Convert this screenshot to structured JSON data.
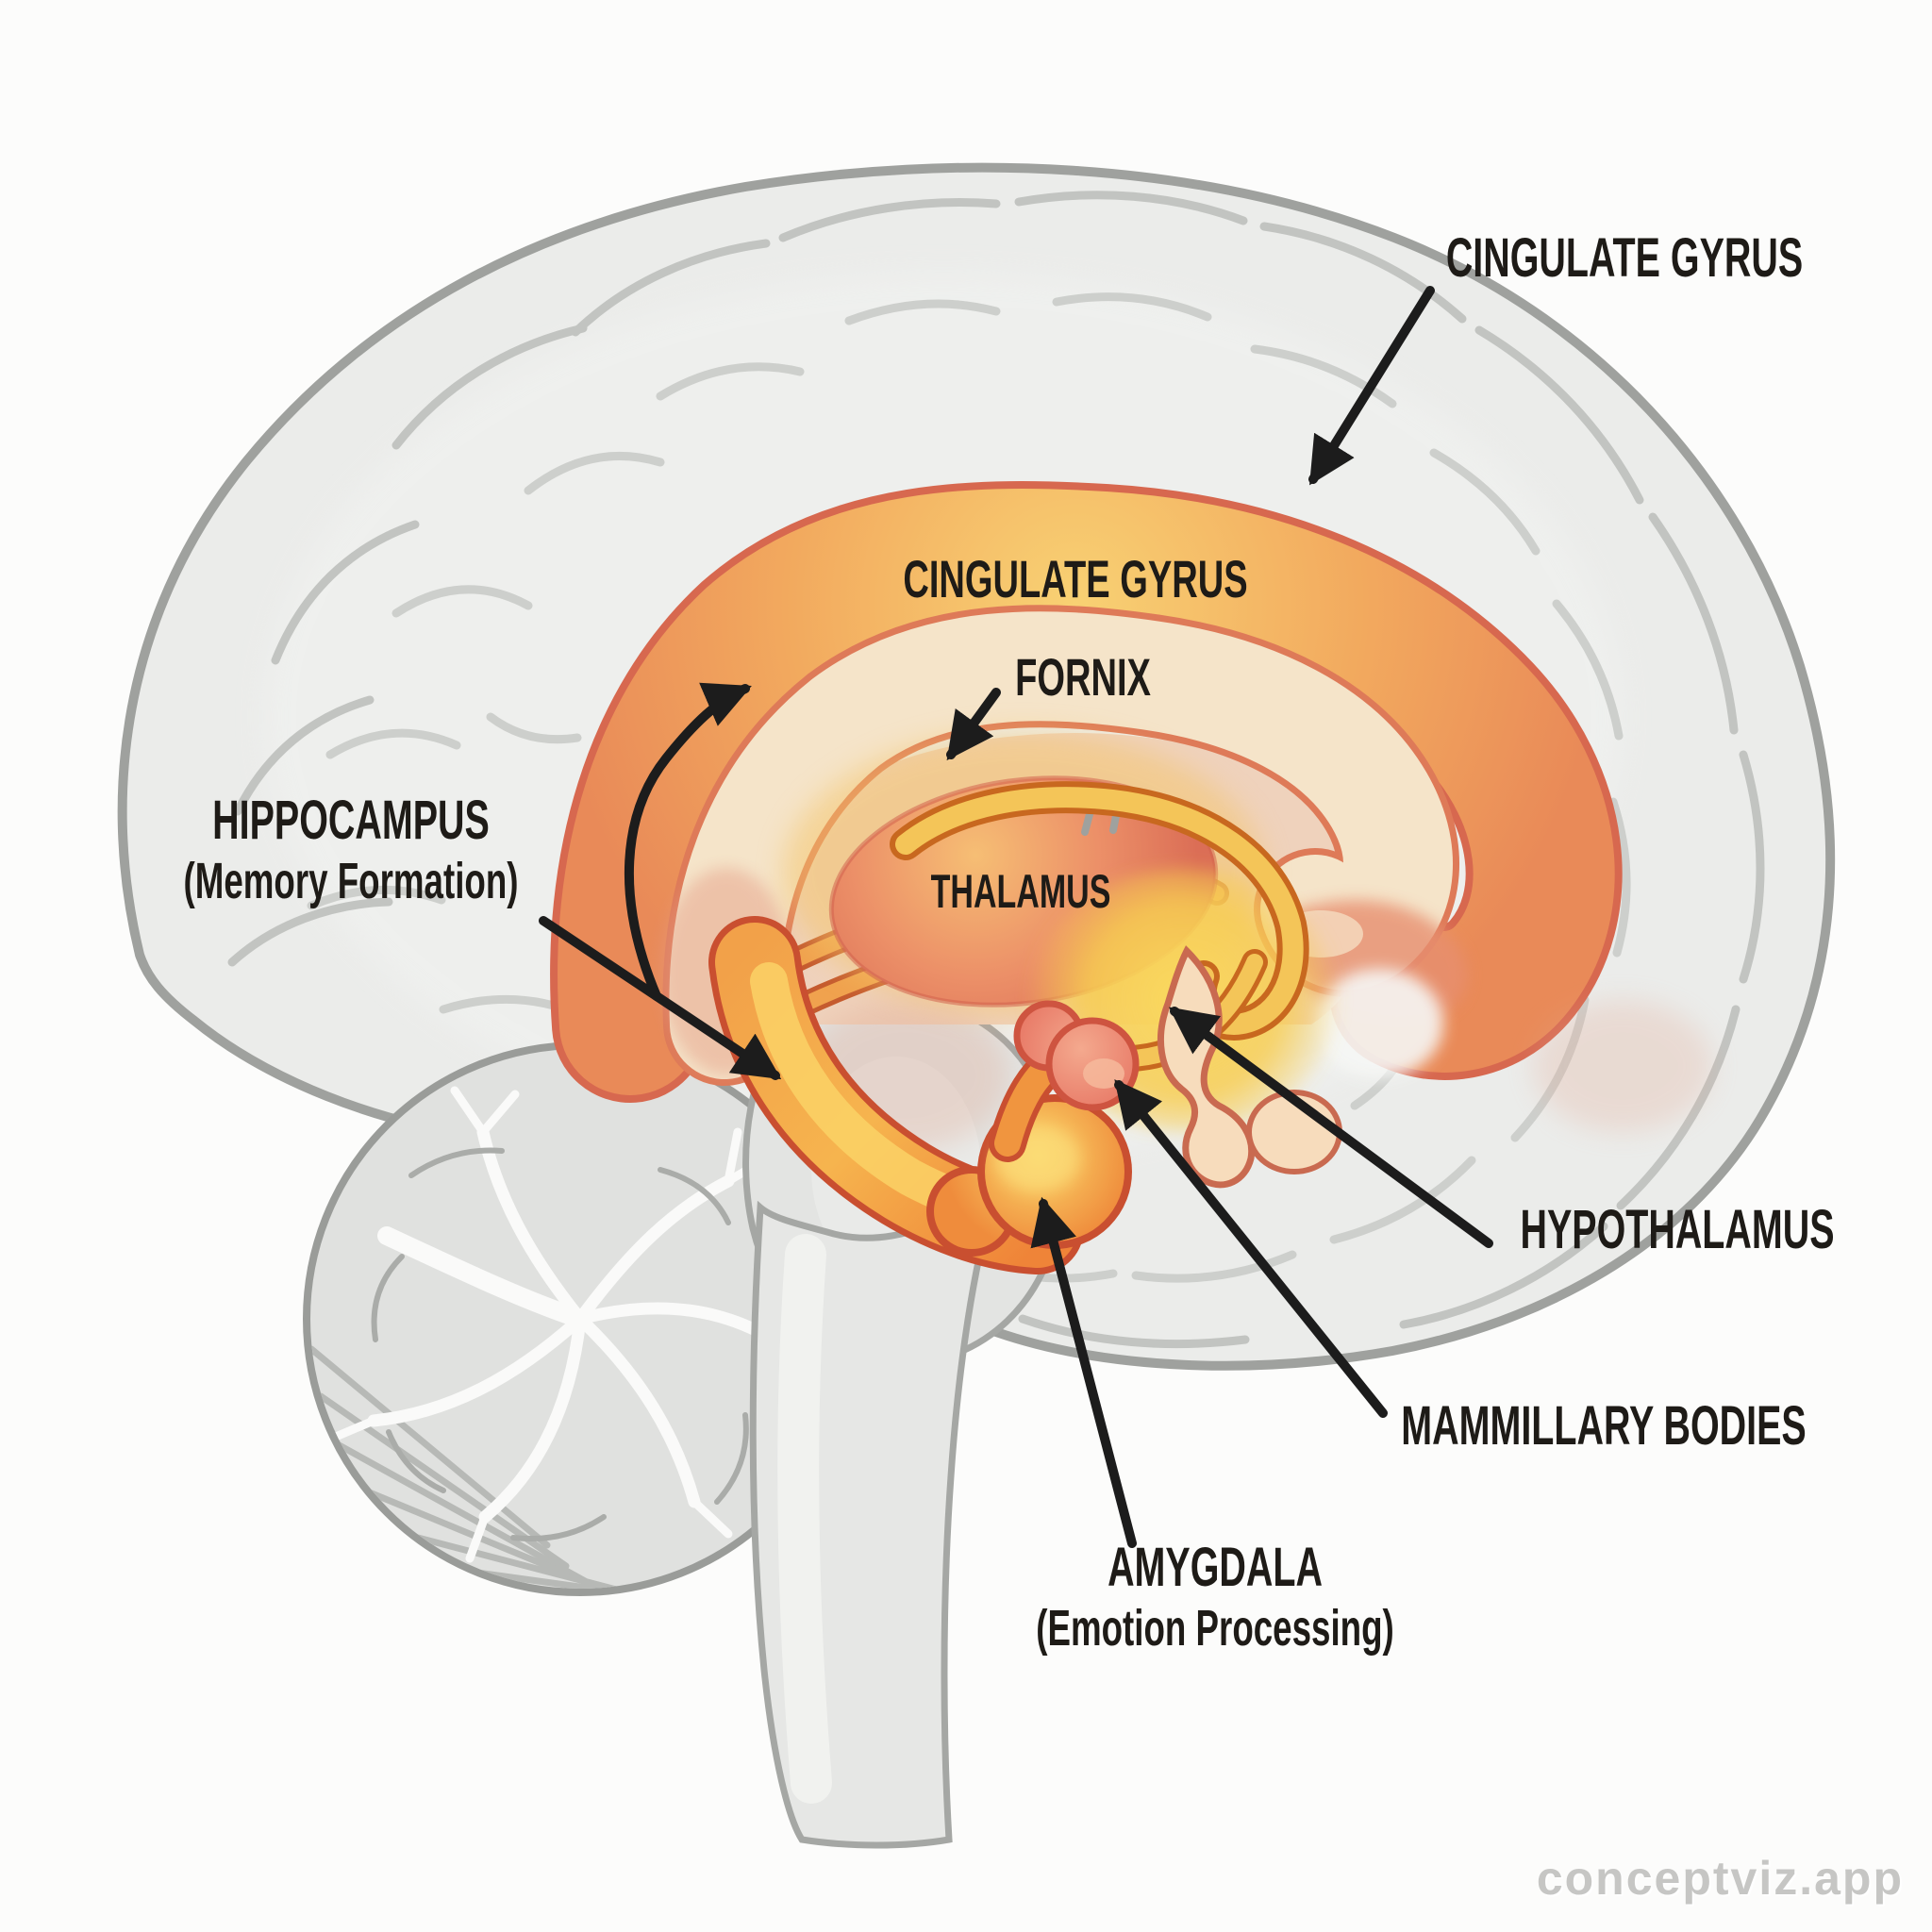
{
  "watermark": "conceptviz.app",
  "diagram": {
    "title_implied": "Limbic system of the human brain (sagittal view)",
    "callouts": {
      "cingulate_gyrus": "CINGULATE GYRUS",
      "fornix": "FORNIX",
      "hippocampus": {
        "line1": "HIPPOCAMPUS",
        "line2": "(Memory Formation)"
      },
      "hypothalamus": "HYPOTHALAMUS",
      "mammillary_bodies": "MAMMILLARY BODIES",
      "amygdala": {
        "line1": "AMYGDALA",
        "line2": "(Emotion Processing)"
      }
    },
    "inline_labels": {
      "cingulate_gyrus": "CINGULATE GYRUS",
      "thalamus": "THALAMUS"
    },
    "structures": [
      {
        "name": "cerebrum",
        "fill": "#EBECEA"
      },
      {
        "name": "cerebellum",
        "fill": "#E0E1DF"
      },
      {
        "name": "brainstem",
        "fill": "#E6E7E5"
      },
      {
        "name": "cingulate-gyrus-band",
        "fill": "#EC9057"
      },
      {
        "name": "corpus-callosum",
        "fill": "#F5E4C9"
      },
      {
        "name": "thalamus",
        "fill": "#EA8A68"
      },
      {
        "name": "fornix",
        "fill": "#F4C558"
      },
      {
        "name": "hippocampus",
        "fill": "#F19A43"
      },
      {
        "name": "amygdala",
        "fill": "#F0923F"
      },
      {
        "name": "mammillary-bodies",
        "fill": "#EB8372"
      },
      {
        "name": "hypothalamus-glow",
        "fill": "#F6C94F"
      },
      {
        "name": "pituitary",
        "fill": "#F7DCBC"
      }
    ],
    "palette": {
      "background": "#FCFCFB",
      "outline_gray": "#9FA19E",
      "sulci_gray": "#C2C4C1",
      "band_border_red": "#D7684F",
      "callosum_border": "#DE7A58",
      "fornix_outline": "#C8681F",
      "label_text": "#1E1B17",
      "arrow_black": "#1C1C1C",
      "watermark_gray": "#C6C6C4"
    }
  }
}
